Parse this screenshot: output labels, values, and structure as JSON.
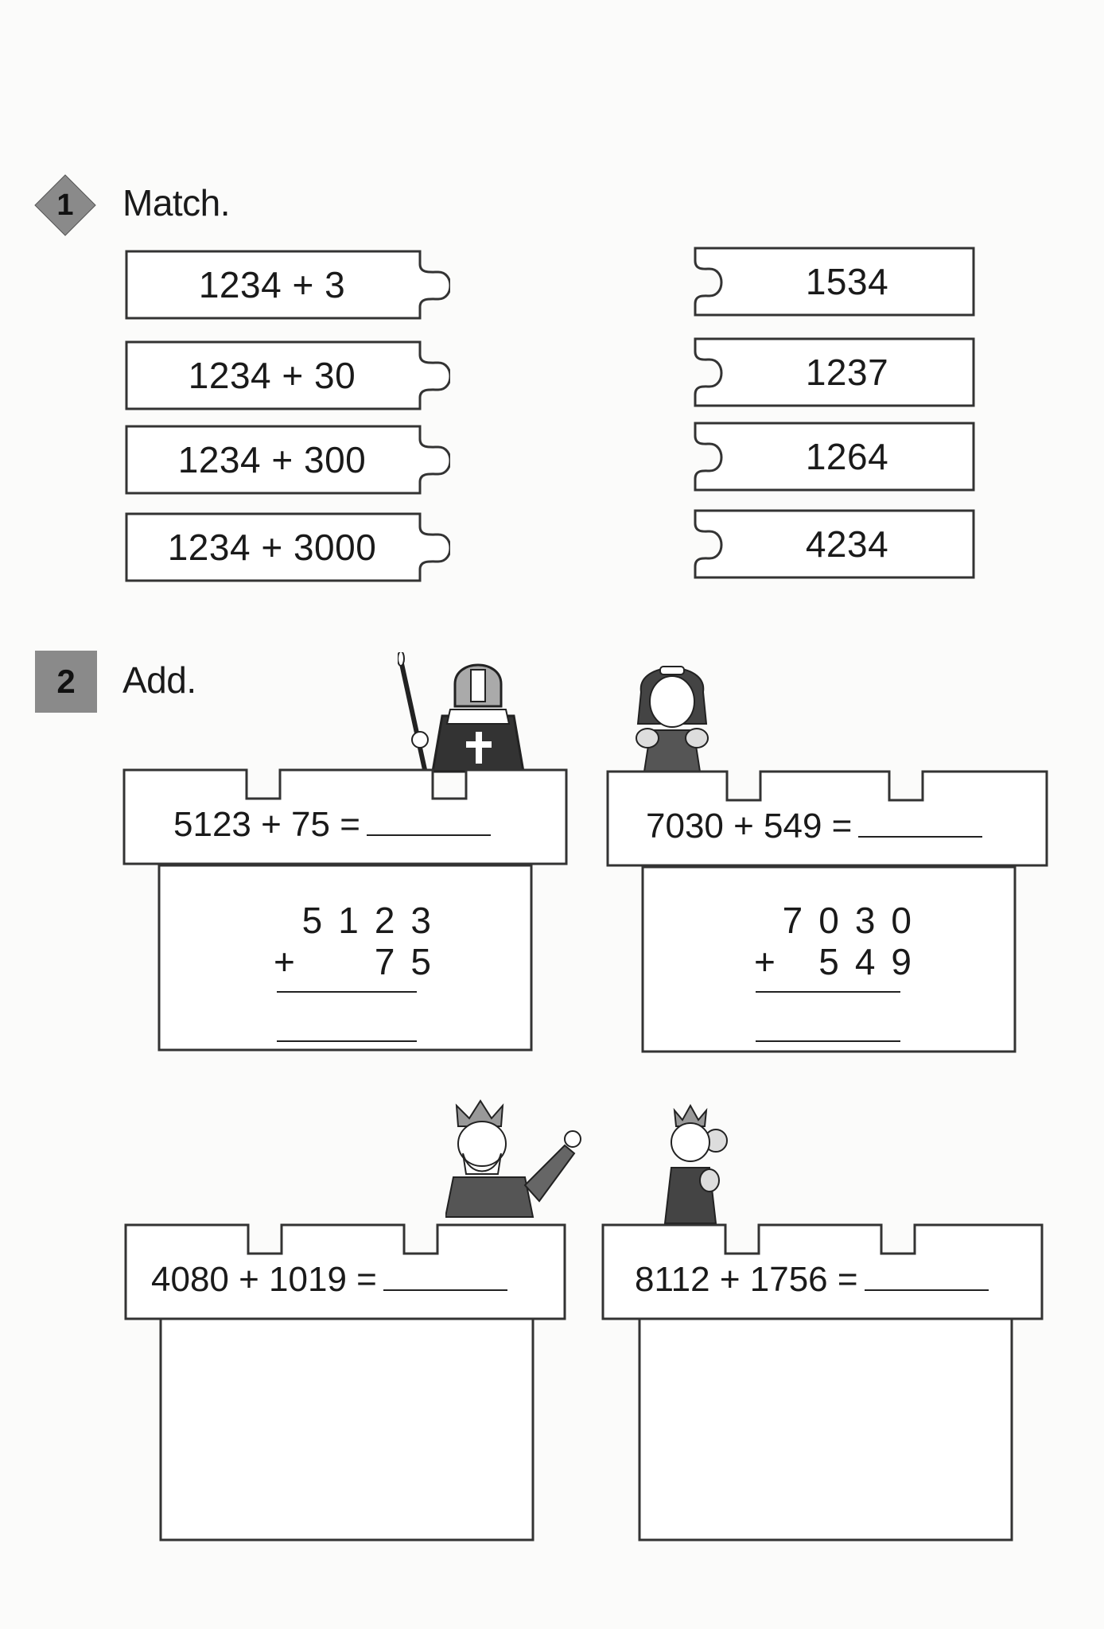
{
  "section1": {
    "number": "1",
    "title": "Match.",
    "left_pieces": [
      "1234 + 3",
      "1234 + 30",
      "1234 + 300",
      "1234 + 3000"
    ],
    "right_pieces": [
      "1534",
      "1237",
      "1264",
      "4234"
    ]
  },
  "section2": {
    "number": "2",
    "title": "Add.",
    "problems": [
      {
        "equation": "5123 + 75 =",
        "top": "5123",
        "op": "+",
        "bottom": "75"
      },
      {
        "equation": "7030 + 549 =",
        "top": "7030",
        "op": "+",
        "bottom": "549"
      },
      {
        "equation": "4080 + 1019 ="
      },
      {
        "equation": "8112 + 1756 ="
      }
    ]
  },
  "icons": [
    "diamond-badge",
    "knight-illustration",
    "girl-illustration",
    "king-illustration",
    "princess-illustration"
  ]
}
